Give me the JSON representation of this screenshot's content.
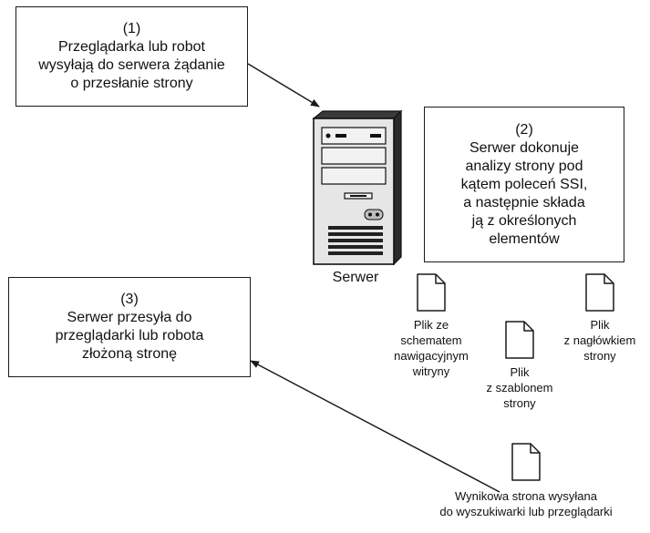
{
  "boxes": {
    "request": [
      "(1)",
      "Przeglądarka lub robot",
      "wysyłają do serwera żądanie",
      "o przesłanie strony"
    ],
    "analysis": [
      "(2)",
      "Serwer dokonuje",
      "analizy strony pod",
      "kątem poleceń SSI,",
      "a następnie składa",
      "ją z określonych",
      "elementów"
    ],
    "response": [
      "(3)",
      "Serwer przesyła do",
      "przeglądarki lub robota",
      "złożoną stronę"
    ]
  },
  "server": {
    "label": "Serwer",
    "icon": "server-tower-icon"
  },
  "files": {
    "navigation": [
      "Plik ze",
      "schematem",
      "nawigacyjnym",
      "witryny"
    ],
    "header": [
      "Plik",
      "z nagłówkiem",
      "strony"
    ],
    "template": [
      "Plik",
      "z szablonem",
      "strony"
    ],
    "output": [
      "Wynikowa strona wysyłana",
      "do wyszukiwarki lub przeglądarki"
    ]
  },
  "colors": {
    "stroke": "#1a1a1a",
    "text": "#111111",
    "background": "#ffffff"
  }
}
